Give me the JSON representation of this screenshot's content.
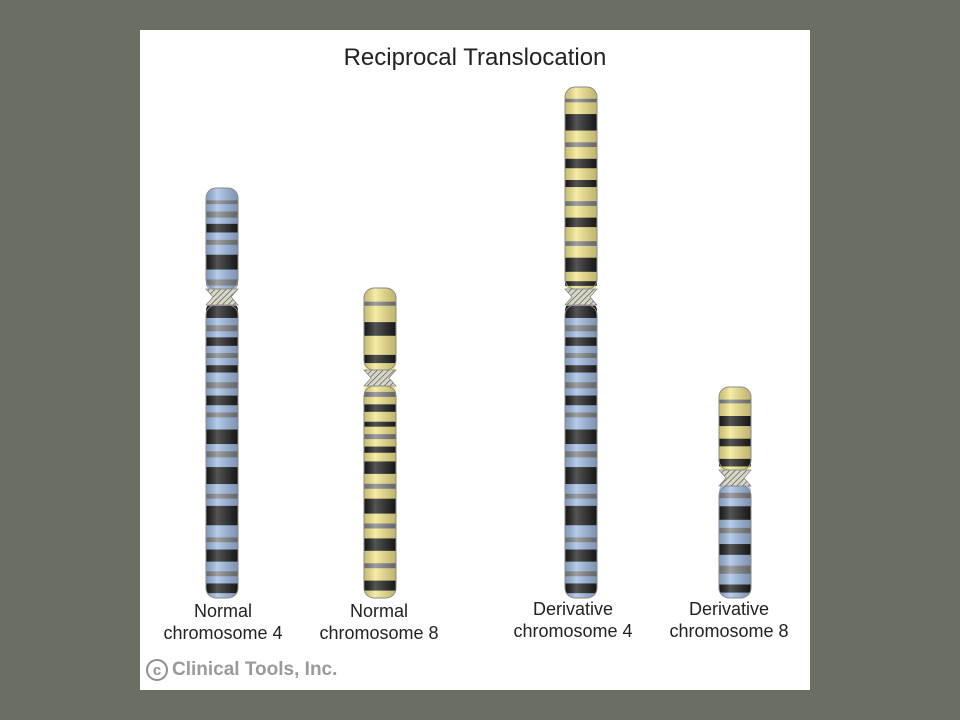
{
  "title": "Reciprocal Translocation",
  "colors": {
    "blue": "#9fbbe3",
    "yellow": "#f3e68a",
    "dark_band": "#1c1c1c",
    "gray_band": "#7d7f82",
    "background": "#6b6e62"
  },
  "chromosomes": [
    {
      "line1": "Normal",
      "line2": "chromosome 4",
      "segments": [
        "blue",
        "blue"
      ]
    },
    {
      "line1": "Normal",
      "line2": "chromosome 8",
      "segments": [
        "yellow",
        "yellow"
      ]
    },
    {
      "line1": "Derivative",
      "line2": "chromosome 4",
      "segments": [
        "yellow",
        "blue"
      ]
    },
    {
      "line1": "Derivative",
      "line2": "chromosome 8",
      "segments": [
        "yellow",
        "blue"
      ]
    }
  ],
  "copyright": {
    "symbol": "c",
    "text": "Clinical Tools, Inc."
  }
}
